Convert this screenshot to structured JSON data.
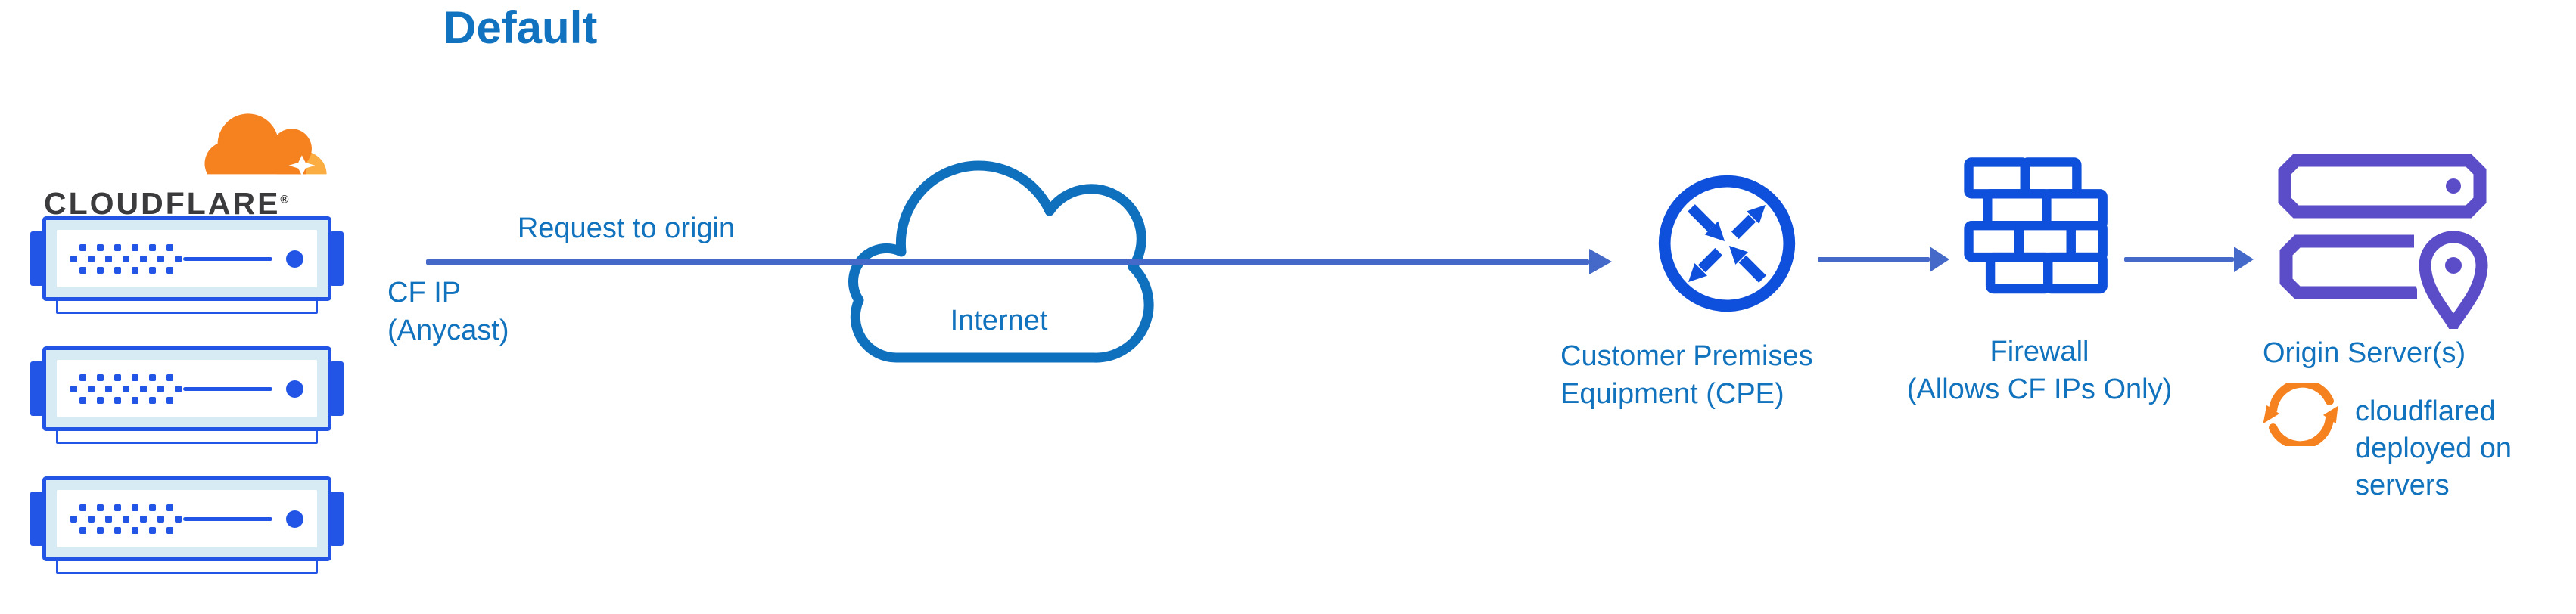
{
  "title": "Default",
  "brand": {
    "wordmark": "CLOUDFLARE",
    "registered_mark": "®"
  },
  "flow": {
    "request_label": "Request to origin",
    "source_ip_line1": "CF IP",
    "source_ip_line2": "(Anycast)"
  },
  "internet": {
    "label": "Internet"
  },
  "cpe": {
    "label_line1": "Customer Premises",
    "label_line2": "Equipment (CPE)"
  },
  "firewall": {
    "label_line1": "Firewall",
    "label_line2": "(Allows CF IPs Only)"
  },
  "origin": {
    "label": "Origin Server(s)",
    "note": "cloudflared deployed on servers"
  },
  "colors": {
    "label_blue": "#1172BD",
    "title_blue": "#1173C0",
    "arrow_blue": "#4569C9",
    "icon_blue": "#0E4FDB",
    "server_blue": "#2255E6",
    "server_fill": "#D6EBF4",
    "cloud_stroke": "#0F70BE",
    "origin_purple": "#5B4DC7",
    "cf_orange": "#F6821F",
    "cf_orange_light": "#FBAD41",
    "wordmark_dark": "#3B3B3D"
  }
}
